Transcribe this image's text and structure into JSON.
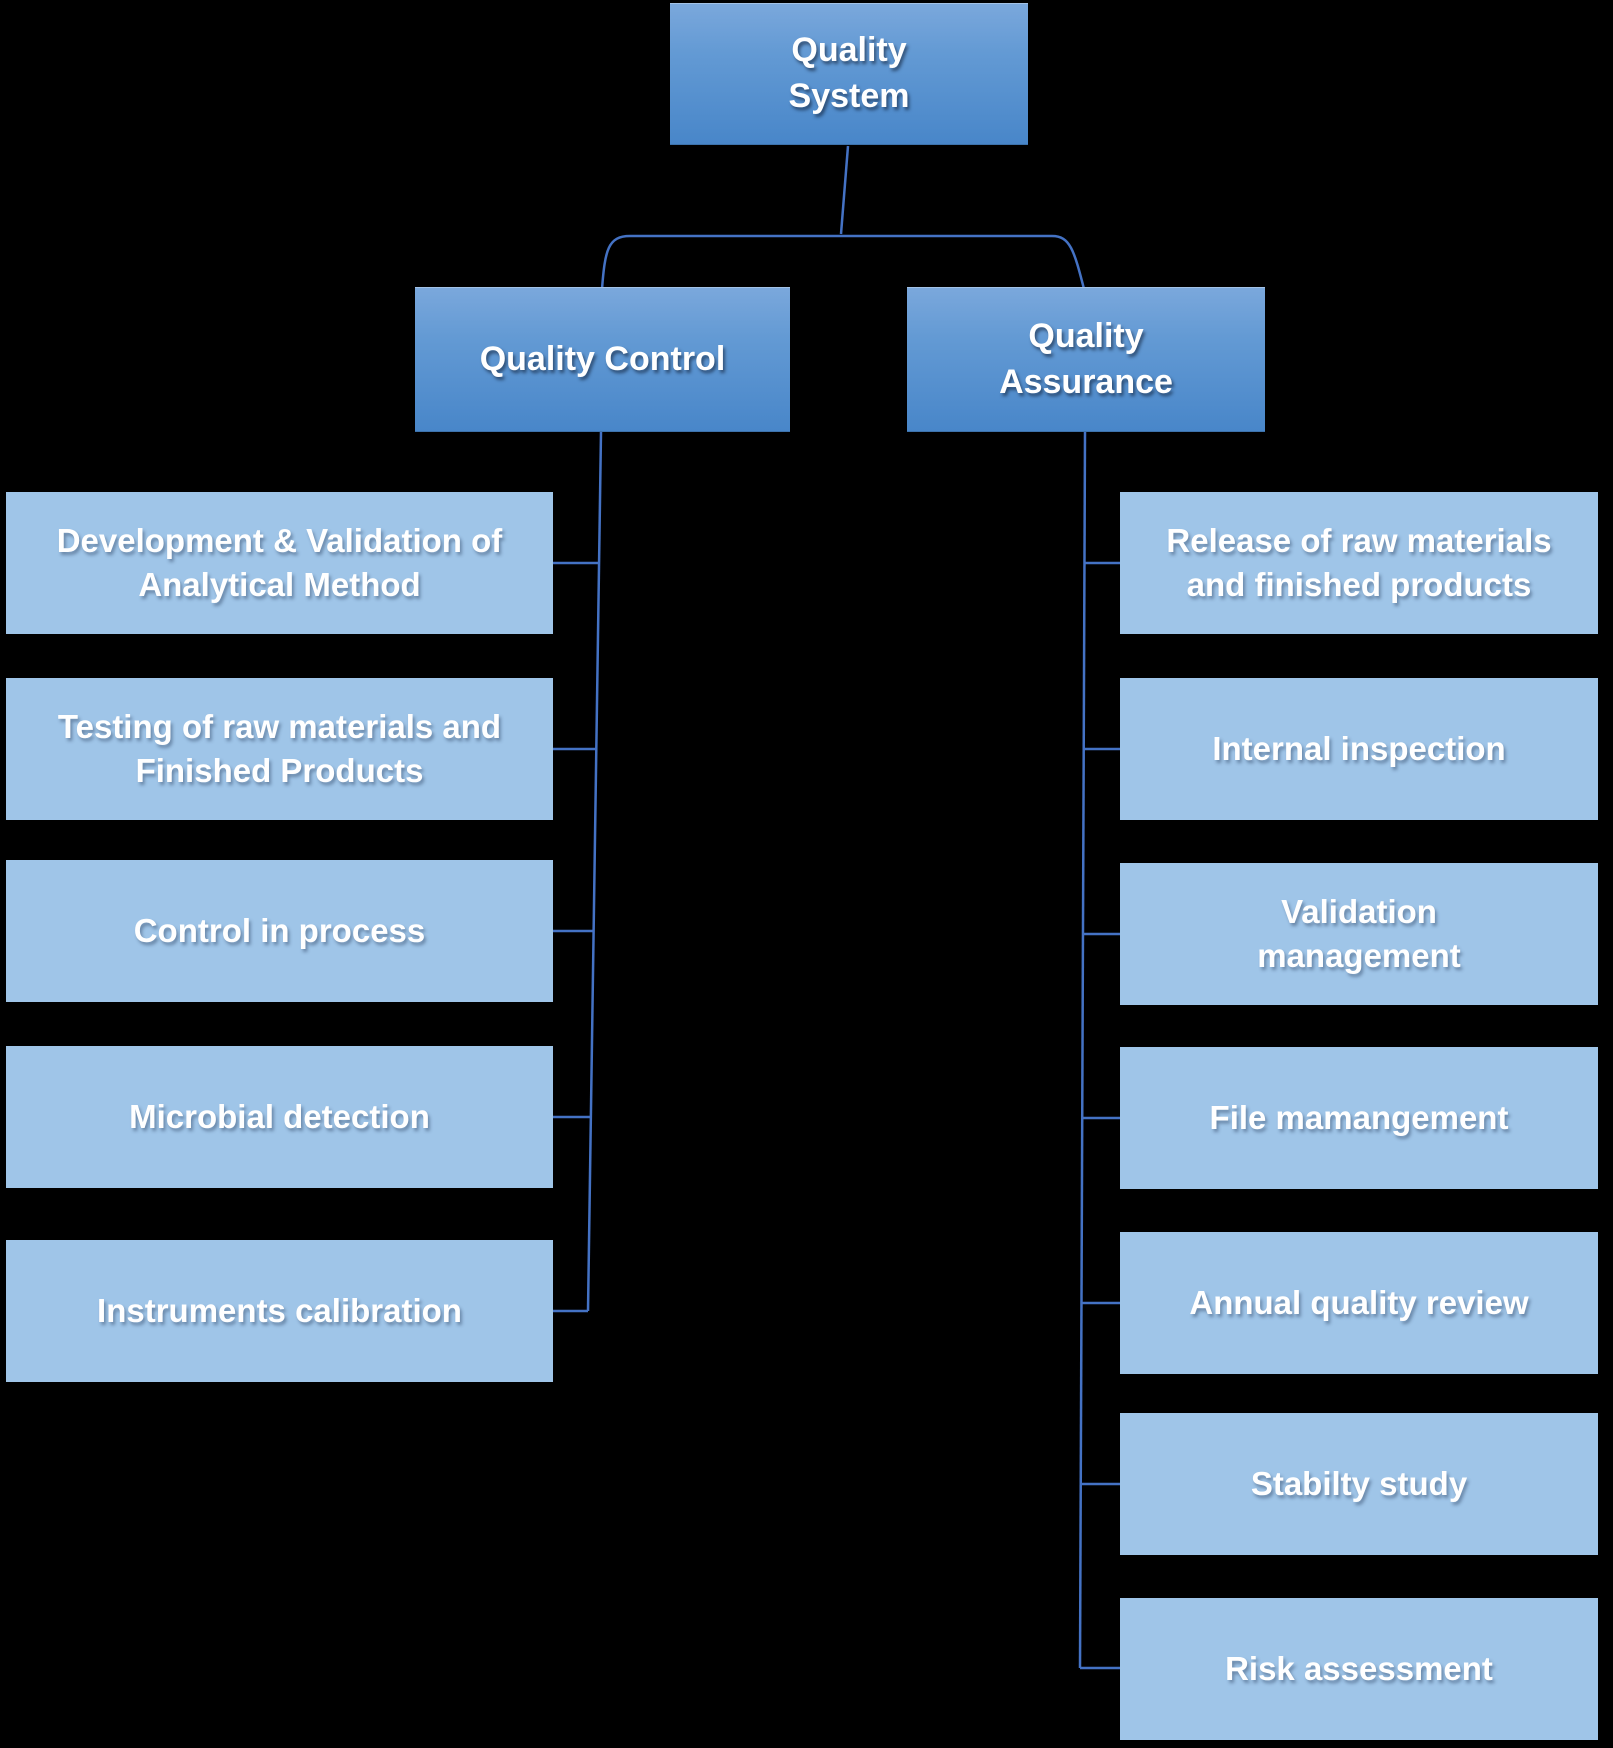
{
  "colors": {
    "background": "#000000",
    "connector": "#4472C4",
    "leaf-fill": "#9FC5E8",
    "text": "#FFFFFF"
  },
  "tree": {
    "root": {
      "label": "Quality System"
    },
    "branches": [
      {
        "label": "Quality Control",
        "items": [
          {
            "label": "Development & Validation of Analytical Method"
          },
          {
            "label": "Testing of raw materials and Finished Products"
          },
          {
            "label": "Control in process"
          },
          {
            "label": "Microbial detection"
          },
          {
            "label": "Instruments calibration"
          }
        ]
      },
      {
        "label": "Quality Assurance",
        "items": [
          {
            "label": "Release of raw materials and finished products"
          },
          {
            "label": "Internal inspection"
          },
          {
            "label": "Validation management"
          },
          {
            "label": "File mamangement"
          },
          {
            "label": "Annual quality review"
          },
          {
            "label": "Stabilty study"
          },
          {
            "label": "Risk assessment"
          }
        ]
      }
    ]
  }
}
